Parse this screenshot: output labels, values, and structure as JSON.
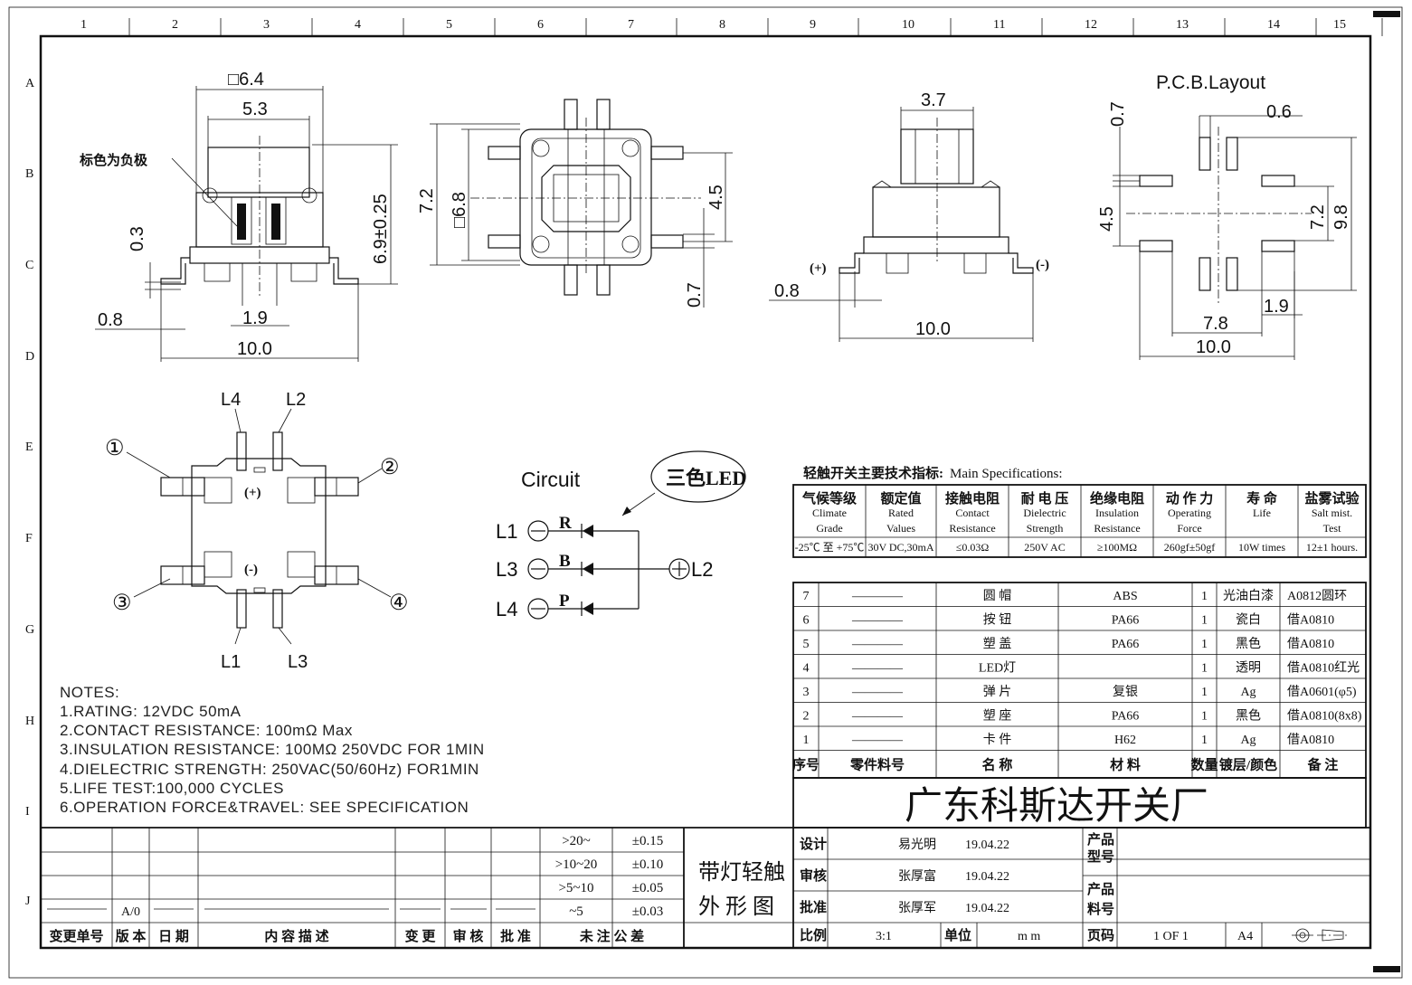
{
  "grid": {
    "columns": [
      "1",
      "2",
      "3",
      "4",
      "5",
      "6",
      "7",
      "8",
      "9",
      "10",
      "11",
      "12",
      "13",
      "14",
      "15"
    ],
    "rows": [
      "A",
      "B",
      "C",
      "D",
      "E",
      "F",
      "G",
      "H",
      "I",
      "J"
    ]
  },
  "views": {
    "front": {
      "dims": [
        "□6.4",
        "5.3",
        "6.9±0.25",
        "0.3",
        "0.8",
        "1.9",
        "10.0"
      ],
      "note": "标色为负极"
    },
    "top": {
      "dims": [
        "7.2",
        "□6.8",
        "4.5",
        "0.7"
      ]
    },
    "side": {
      "dims": [
        "3.7",
        "0.8",
        "10.0"
      ],
      "plus": "(+)",
      "minus": "(-)"
    },
    "pcb": {
      "title": "P.C.B.Layout",
      "dims": [
        "0.7",
        "0.6",
        "4.5",
        "7.2",
        "9.8",
        "1.9",
        "7.8",
        "10.0"
      ]
    },
    "bottom": {
      "pins": [
        "L4",
        "L2",
        "L1",
        "L3"
      ],
      "circled": [
        "①",
        "②",
        "③",
        "④"
      ],
      "plus": "(+)",
      "minus": "(-)"
    }
  },
  "circuit": {
    "title": "Circuit",
    "led_label": "三色LED",
    "rows": [
      {
        "pin": "L1",
        "color": "R"
      },
      {
        "pin": "L3",
        "color": "B"
      },
      {
        "pin": "L4",
        "color": "P"
      }
    ],
    "common": "L2"
  },
  "notes": {
    "heading": "NOTES:",
    "lines": [
      "1.RATING: 12VDC 50mA",
      "2.CONTACT RESISTANCE: 100mΩ Max",
      "3.INSULATION RESISTANCE: 100MΩ 250VDC FOR 1MIN",
      "4.DIELECTRIC STRENGTH: 250VAC(50/60Hz) FOR1MIN",
      "5.LIFE TEST:100,000 CYCLES",
      "6.OPERATION FORCE&TRAVEL: SEE SPECIFICATION"
    ]
  },
  "specs": {
    "title": "轻触开关主要技术指标:",
    "title_en": "Main Specifications:",
    "columns": [
      {
        "cn": "气候等级",
        "en1": "Climate",
        "en2": "Grade",
        "value": "-25℃ 至 +75℃"
      },
      {
        "cn": "额定值",
        "en1": "Rated",
        "en2": "Values",
        "value": "30V DC,30mA"
      },
      {
        "cn": "接触电阻",
        "en1": "Contact",
        "en2": "Resistance",
        "value": "≤0.03Ω"
      },
      {
        "cn": "耐 电 压",
        "en1": "Dielectric",
        "en2": "Strength",
        "value": "250V AC"
      },
      {
        "cn": "绝缘电阻",
        "en1": "Insulation",
        "en2": "Resistance",
        "value": "≥100MΩ"
      },
      {
        "cn": "动 作 力",
        "en1": "Operating",
        "en2": "Force",
        "value": "260gf±50gf"
      },
      {
        "cn": "寿   命",
        "en1": "Life",
        "en2": "",
        "value": "10W times"
      },
      {
        "cn": "盐雾试验",
        "en1": "Salt mist.",
        "en2": "Test",
        "value": "12±1 hours."
      }
    ]
  },
  "bom": {
    "header": [
      "序号",
      "零件料号",
      "名  称",
      "材  料",
      "数量",
      "镀层/颜色",
      "备  注"
    ],
    "rows": [
      {
        "no": "7",
        "part": "————",
        "name": "圆  帽",
        "material": "ABS",
        "qty": "1",
        "finish": "光油白漆",
        "remark": "A0812圆环"
      },
      {
        "no": "6",
        "part": "————",
        "name": "按  钮",
        "material": "PA66",
        "qty": "1",
        "finish": "瓷白",
        "remark": "借A0810"
      },
      {
        "no": "5",
        "part": "————",
        "name": "塑  盖",
        "material": "PA66",
        "qty": "1",
        "finish": "黑色",
        "remark": "借A0810"
      },
      {
        "no": "4",
        "part": "————",
        "name": "LED灯",
        "material": "",
        "qty": "1",
        "finish": "透明",
        "remark": "借A0810红光"
      },
      {
        "no": "3",
        "part": "————",
        "name": "弹  片",
        "material": "复银",
        "qty": "1",
        "finish": "Ag",
        "remark": "借A0601(φ5)"
      },
      {
        "no": "2",
        "part": "————",
        "name": "塑  座",
        "material": "PA66",
        "qty": "1",
        "finish": "黑色",
        "remark": "借A0810(8x8)"
      },
      {
        "no": "1",
        "part": "————",
        "name": "卡  件",
        "material": "H62",
        "qty": "1",
        "finish": "Ag",
        "remark": "借A0810"
      }
    ]
  },
  "company": "广东科斯达开关厂",
  "revision": {
    "header": [
      "变更单号",
      "版 本",
      "日 期",
      "内 容 描 述",
      "变 更",
      "审 核",
      "批 准"
    ],
    "version": "A/0",
    "blank": "————"
  },
  "tolerance": {
    "title": "未 注 公 差",
    "rows": [
      {
        "range": ">20~",
        "tol": "±0.15"
      },
      {
        "range": ">10~20",
        "tol": "±0.10"
      },
      {
        "range": ">5~10",
        "tol": "±0.05"
      },
      {
        "range": "~5",
        "tol": "±0.03"
      }
    ]
  },
  "titleblock": {
    "drawing_name_1": "带灯轻触",
    "drawing_name_2": "外 形 图",
    "design_label": "设计",
    "designer": "易光明",
    "design_date": "19.04.22",
    "check_label": "审核",
    "checker": "张厚富",
    "check_date": "19.04.22",
    "approve_label": "批准",
    "approver": "张厚军",
    "approve_date": "19.04.22",
    "model_label_1": "产品",
    "model_label_2": "型号",
    "part_label_1": "产品",
    "part_label_2": "料号",
    "scale_label": "比例",
    "scale": "3:1",
    "unit_label": "单位",
    "unit": "m m",
    "page_label": "页码",
    "page": "1 OF 1",
    "size": "A4"
  }
}
